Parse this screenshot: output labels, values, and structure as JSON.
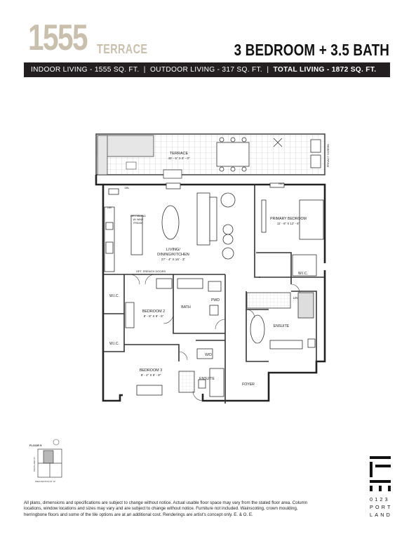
{
  "header": {
    "model_number": "1555",
    "model_name": "TERRACE",
    "unit_type": "3 BEDROOM + 3.5 BATH"
  },
  "area_bar": {
    "indoor": "INDOOR LIVING - 1555 SQ. FT.",
    "separator": "|",
    "outdoor": "OUTDOOR LIVING - 317 SQ. FT.",
    "total": "TOTAL LIVING - 1872 SQ. FT."
  },
  "plan_labels": {
    "terrace": "TERRACE",
    "terrace_dims": "40' - 5\" X 8' - 0\"",
    "privacy_screen": "PRIVACY SCREEN",
    "living": "LIVING/",
    "dining_kitchen": "DINING/KITCHEN",
    "living_dims": "27' - 4\" X 16' - 3\"",
    "primary_bedroom": "PRIMARY BEDROOM",
    "primary_dims": "11' - 6\" X 12' - 6\"",
    "wic_primary": "W.I.C.",
    "ensuite_primary": "ENSUITE",
    "lin": "LIN",
    "opt_french_doors": "OPT. FRENCH DOORS",
    "wic_bed2": "W.I.C.",
    "bedroom2": "BEDROOM 2",
    "bedroom2_dims": "8' - 8\" X 9' - 5\"",
    "bath": "BATH",
    "pwd": "PWD",
    "wic_bed3": "W.I.C.",
    "wd": "W/D",
    "bedroom3": "BEDROOM 3",
    "bedroom3_dims": "9' - 4\" X 9' - 9\"",
    "ensuite_bed3": "ENSUITE",
    "foyer": "FOYER",
    "ref": "REF",
    "dw": "DW",
    "opt_island": "OPT. ISLAND",
    "w_wine": "W/ WINE",
    "fridge": "FRIDGE",
    "dbl": "DBL"
  },
  "key_plan": {
    "floor_label": "FLOOR 5",
    "street_side": "PORTLAND ST.",
    "street_bottom": "WELLINGTON ST. W."
  },
  "logo": {
    "line1": "0123",
    "line2": "PORT",
    "line3": "LAND"
  },
  "disclaimer": "All plans, dimensions and specifications are subject to change without notice. Actual usable floor space may vary from the stated floor area. Column locations, window locations and sizes may vary and are subject to change without notice. Furniture not included. Wainscoting, crown moulding, herringbone floors and some of the tile options are at an additional cost. Renderings are artist's concept only. E. & O. E.",
  "colors": {
    "accent_beige": "#c9bfad",
    "bar_dark": "#231f20"
  }
}
